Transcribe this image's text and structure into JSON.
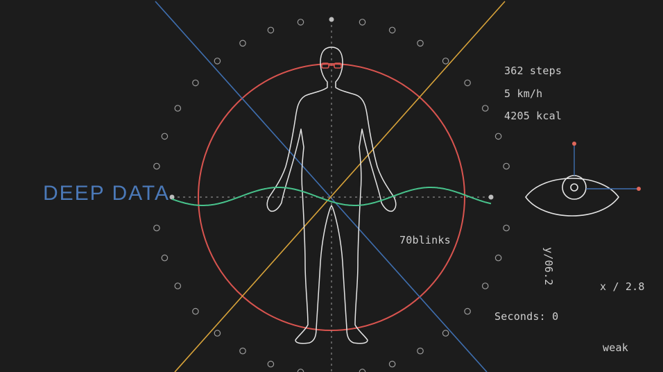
{
  "brand": {
    "title": "DEEP DATA"
  },
  "stats": {
    "steps": "362 steps",
    "speed": "5 km/h",
    "calories": "4205 kcal"
  },
  "readouts": {
    "blinks": "70blinks",
    "y_coord": "y/06.2",
    "x_coord": "x / 2.8",
    "seconds": "Seconds: 0",
    "signal": "weak"
  },
  "colors": {
    "background": "#1c1c1c",
    "title_blue": "#4b79b8",
    "circle_red": "#d9544f",
    "line_blue": "#3f6fb0",
    "line_yellow": "#d9a43a",
    "wave_green": "#48c38c",
    "figure_white": "#e6e6e6",
    "eye_dot_red": "#e0675a"
  },
  "icons": {
    "figure": "human-body-outline-icon",
    "eye": "eye-icon",
    "glasses": "glasses-icon"
  }
}
